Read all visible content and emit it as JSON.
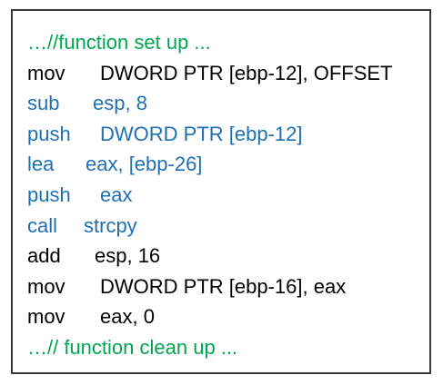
{
  "code": {
    "lines": [
      {
        "kind": "comment",
        "text": "…//function set up ..."
      },
      {
        "kind": "black",
        "mnemonic": "mov",
        "operands": "DWORD PTR [ebp-12], OFFSET"
      },
      {
        "kind": "blue",
        "mnemonic": "sub",
        "operands": "esp, 8"
      },
      {
        "kind": "blue",
        "mnemonic": "push",
        "operands": "DWORD PTR [ebp-12]"
      },
      {
        "kind": "blue",
        "mnemonic": "lea",
        "operands": "eax, [ebp-26]"
      },
      {
        "kind": "blue",
        "mnemonic": "push",
        "operands": "eax"
      },
      {
        "kind": "blue",
        "mnemonic": "call",
        "operands": "strcpy"
      },
      {
        "kind": "black",
        "mnemonic": "add",
        "operands": "esp, 16"
      },
      {
        "kind": "black",
        "mnemonic": "mov",
        "operands": "DWORD PTR [ebp-16], eax"
      },
      {
        "kind": "black",
        "mnemonic": "mov",
        "operands": "eax, 0"
      },
      {
        "kind": "comment",
        "text": "…// function clean up ..."
      }
    ]
  },
  "colors": {
    "comment": "#00a651",
    "highlight": "#1f6fb5",
    "normal": "#000000",
    "border": "#3a3a3a"
  }
}
